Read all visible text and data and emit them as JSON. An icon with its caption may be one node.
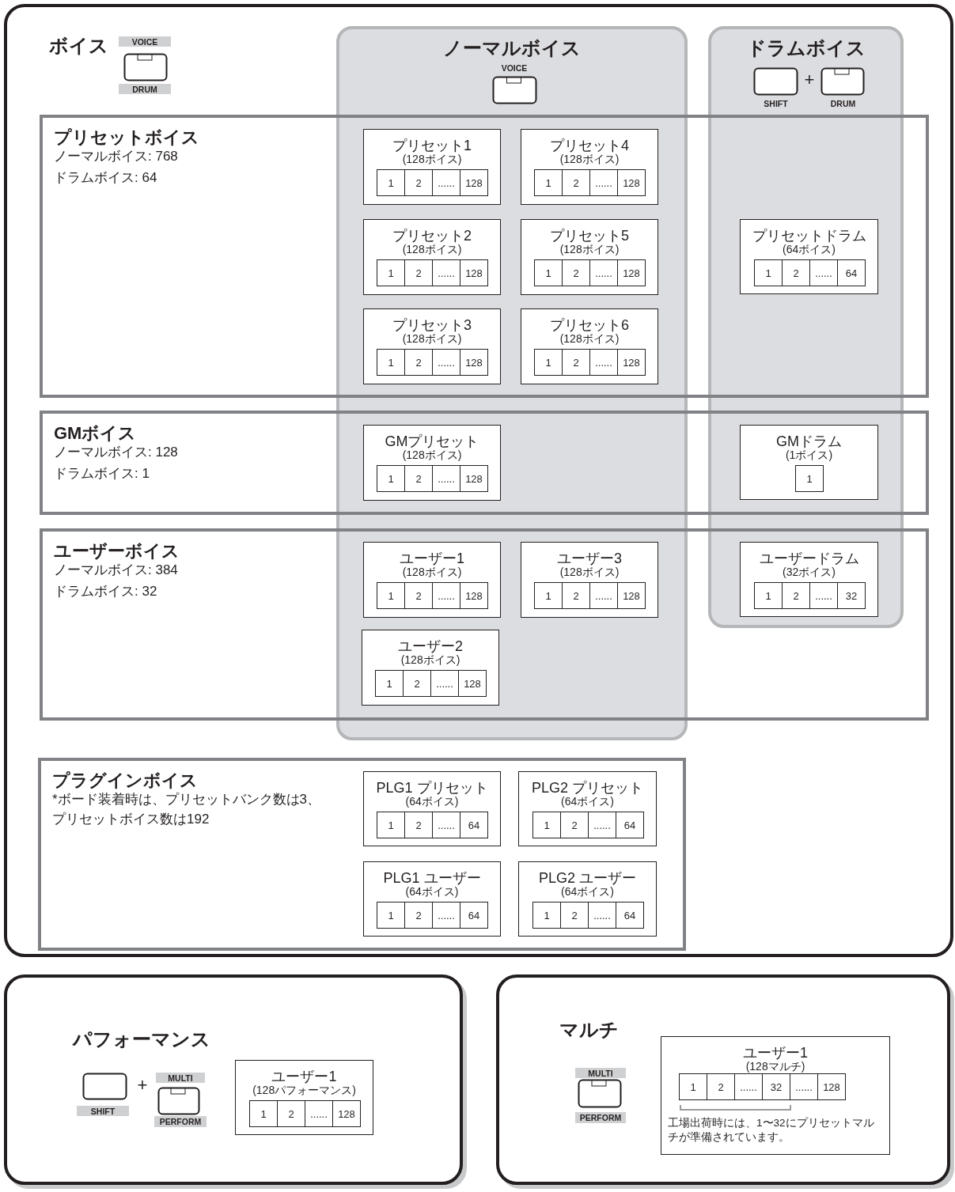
{
  "diagram": {
    "nodes": [
      {
        "text": [
          "ボイス"
        ]
      },
      {
        "text": [
          "ノーマルボイス"
        ],
        "in": 0
      },
      {
        "text": [
          "ドラムボイス"
        ],
        "in": 0
      },
      {
        "text": [
          "プリセットボイス",
          "ノーマルボイス: 768",
          "ドラムボイス: 64"
        ],
        "in": 0
      },
      {
        "text": [
          "プリセット1",
          "(128ボイス)"
        ]
      },
      {
        "text": [
          "1"
        ],
        "in": 4
      },
      {
        "text": [
          "2"
        ],
        "in": 4
      },
      {
        "text": [
          "......"
        ],
        "in": 4
      },
      {
        "text": [
          "128"
        ],
        "in": 4
      },
      {
        "text": [
          "プリセット4",
          "(128ボイス)"
        ]
      },
      {
        "text": [
          "1"
        ],
        "in": 9
      },
      {
        "text": [
          "2"
        ],
        "in": 9
      },
      {
        "text": [
          "......"
        ],
        "in": 9
      },
      {
        "text": [
          "128"
        ],
        "in": 9
      },
      {
        "text": [
          "プリセット2",
          "(128ボイス)"
        ]
      },
      {
        "text": [
          "1"
        ],
        "in": 14
      },
      {
        "text": [
          "2"
        ],
        "in": 14
      },
      {
        "text": [
          "......"
        ],
        "in": 14
      },
      {
        "text": [
          "128"
        ],
        "in": 14
      },
      {
        "text": [
          "プリセット5",
          "(128ボイス)"
        ]
      },
      {
        "text": [
          "1"
        ],
        "in": 19
      },
      {
        "text": [
          "2"
        ],
        "in": 19
      },
      {
        "text": [
          "......"
        ],
        "in": 19
      },
      {
        "text": [
          "128"
        ],
        "in": 19
      },
      {
        "text": [
          "プリセット3",
          "(128ボイス)"
        ]
      },
      {
        "text": [
          "1"
        ],
        "in": 24
      },
      {
        "text": [
          "2"
        ],
        "in": 24
      },
      {
        "text": [
          "......"
        ],
        "in": 24
      },
      {
        "text": [
          "128"
        ],
        "in": 24
      },
      {
        "text": [
          "プリセット6",
          "(128ボイス)"
        ]
      },
      {
        "text": [
          "1"
        ],
        "in": 29
      },
      {
        "text": [
          "2"
        ],
        "in": 29
      },
      {
        "text": [
          "......"
        ],
        "in": 29
      },
      {
        "text": [
          "128"
        ],
        "in": 29
      },
      {
        "text": [
          "プリセットドラム",
          "(64ボイス)"
        ]
      },
      {
        "text": [
          "1"
        ],
        "in": 34
      },
      {
        "text": [
          "2"
        ],
        "in": 34
      },
      {
        "text": [
          "......"
        ],
        "in": 34
      },
      {
        "text": [
          "64"
        ],
        "in": 34
      },
      {
        "text": [
          "GMボイス",
          "ノーマルボイス: 128",
          "ドラムボイス: 1"
        ],
        "in": 0
      },
      {
        "text": [
          "GMプリセット",
          "(128ボイス)"
        ]
      },
      {
        "text": [
          "1"
        ],
        "in": 40
      },
      {
        "text": [
          "2"
        ],
        "in": 40
      },
      {
        "text": [
          "......"
        ],
        "in": 40
      },
      {
        "text": [
          "128"
        ],
        "in": 40
      },
      {
        "text": [
          "GMドラム",
          "(1ボイス)"
        ]
      },
      {
        "text": [
          "1"
        ],
        "in": 45
      },
      {
        "text": [
          "ユーザーボイス",
          "ノーマルボイス: 384",
          "ドラムボイス: 32"
        ],
        "in": 0
      },
      {
        "text": [
          "ユーザー1",
          "(128ボイス)"
        ]
      },
      {
        "text": [
          "1"
        ],
        "in": 48
      },
      {
        "text": [
          "2"
        ],
        "in": 48
      },
      {
        "text": [
          "......"
        ],
        "in": 48
      },
      {
        "text": [
          "128"
        ],
        "in": 48
      },
      {
        "text": [
          "ユーザー3",
          "(128ボイス)"
        ]
      },
      {
        "text": [
          "1"
        ],
        "in": 53
      },
      {
        "text": [
          "2"
        ],
        "in": 53
      },
      {
        "text": [
          "......"
        ],
        "in": 53
      },
      {
        "text": [
          "128"
        ],
        "in": 53
      },
      {
        "text": [
          "ユーザードラム",
          "(32ボイス)"
        ]
      },
      {
        "text": [
          "1"
        ],
        "in": 58
      },
      {
        "text": [
          "2"
        ],
        "in": 58
      },
      {
        "text": [
          "......"
        ],
        "in": 58
      },
      {
        "text": [
          "32"
        ],
        "in": 58
      },
      {
        "text": [
          "ユーザー2",
          "(128ボイス)"
        ]
      },
      {
        "text": [
          "1"
        ],
        "in": 63
      },
      {
        "text": [
          "2"
        ],
        "in": 63
      },
      {
        "text": [
          "......"
        ],
        "in": 63
      },
      {
        "text": [
          "128"
        ],
        "in": 63
      },
      {
        "text": [
          "プラグインボイス",
          "*ボード装着時は、プリセットバンク数は3、プリセットボイス数は192"
        ],
        "in": 0
      },
      {
        "text": [
          "PLG1 プリセット",
          "(64ボイス)"
        ],
        "in": 68
      },
      {
        "text": [
          "1"
        ],
        "in": 69
      },
      {
        "text": [
          "2"
        ],
        "in": 69
      },
      {
        "text": [
          "......"
        ],
        "in": 69
      },
      {
        "text": [
          "64"
        ],
        "in": 69
      },
      {
        "text": [
          "PLG2 プリセット",
          "(64ボイス)"
        ],
        "in": 68
      },
      {
        "text": [
          "1"
        ],
        "in": 74
      },
      {
        "text": [
          "2"
        ],
        "in": 74
      },
      {
        "text": [
          "......"
        ],
        "in": 74
      },
      {
        "text": [
          "64"
        ],
        "in": 74
      },
      {
        "text": [
          "PLG1 ユーザー",
          "(64ボイス)"
        ],
        "in": 68
      },
      {
        "text": [
          "1"
        ],
        "in": 79
      },
      {
        "text": [
          "2"
        ],
        "in": 79
      },
      {
        "text": [
          "......"
        ],
        "in": 79
      },
      {
        "text": [
          "64"
        ],
        "in": 79
      },
      {
        "text": [
          "PLG2 ユーザー",
          "(64ボイス)"
        ],
        "in": 68
      },
      {
        "text": [
          "1"
        ],
        "in": 84
      },
      {
        "text": [
          "2"
        ],
        "in": 84
      },
      {
        "text": [
          "......"
        ],
        "in": 84
      },
      {
        "text": [
          "64"
        ],
        "in": 84
      },
      {
        "text": [
          "パフォーマンス"
        ]
      },
      {
        "text": [
          "ユーザー1",
          "(128パフォーマンス)"
        ],
        "in": 89
      },
      {
        "text": [
          "1"
        ],
        "in": 90
      },
      {
        "text": [
          "2"
        ],
        "in": 90
      },
      {
        "text": [
          "......"
        ],
        "in": 90
      },
      {
        "text": [
          "128"
        ],
        "in": 90
      },
      {
        "text": [
          "マルチ"
        ]
      },
      {
        "text": [
          "ユーザー1",
          "(128マルチ)",
          "工場出荷時には、1〜32にプリセットマルチが準備されています。"
        ],
        "in": 95
      },
      {
        "text": [
          "1"
        ],
        "in": 96
      },
      {
        "text": [
          "2"
        ],
        "in": 96
      },
      {
        "text": [
          "......"
        ],
        "in": 96
      },
      {
        "text": [
          "32"
        ],
        "in": 96
      },
      {
        "text": [
          "......"
        ],
        "in": 96
      },
      {
        "text": [
          "128"
        ],
        "in": 96
      }
    ],
    "labels": [
      "VOICE",
      "DRUM",
      "VOICE",
      "+",
      "SHIFT",
      "DRUM",
      "MULTI",
      "+",
      "SHIFT",
      "PERFORM",
      "MULTI",
      "PERFORM"
    ]
  }
}
